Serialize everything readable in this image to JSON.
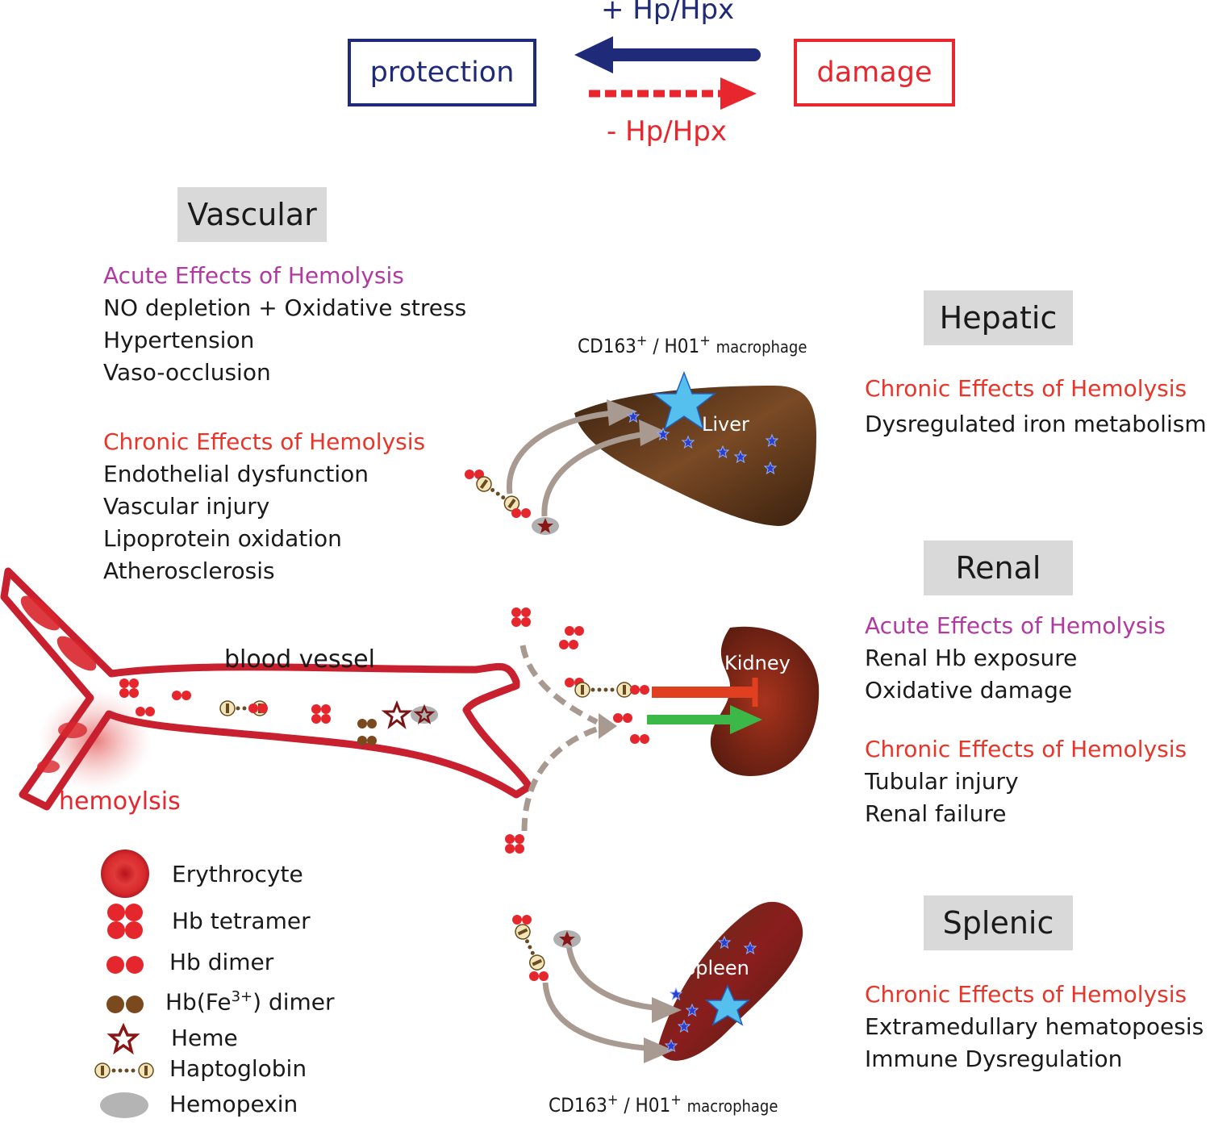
{
  "top": {
    "plus_label": "+ Hp/Hpx",
    "minus_label": "- Hp/Hpx",
    "protection": "protection",
    "damage": "damage"
  },
  "vascular": {
    "title": "Vascular",
    "acute_header": "Acute Effects of Hemolysis",
    "acute_items": [
      "NO depletion + Oxidative stress",
      "Hypertension",
      "Vaso-occlusion"
    ],
    "chronic_header": "Chronic Effects of Hemolysis",
    "chronic_items": [
      "Endothelial dysfunction",
      "Vascular injury",
      "Lipoprotein oxidation",
      "Atherosclerosis"
    ]
  },
  "hepatic": {
    "title": "Hepatic",
    "chronic_header": "Chronic Effects of Hemolysis",
    "chronic_items": [
      "Dysregulated iron metabolism"
    ]
  },
  "renal": {
    "title": "Renal",
    "acute_header": "Acute Effects of Hemolysis",
    "acute_items": [
      "Renal Hb exposure",
      "Oxidative damage"
    ],
    "chronic_header": "Chronic Effects of Hemolysis",
    "chronic_items": [
      "Tubular injury",
      "Renal failure"
    ]
  },
  "splenic": {
    "title": "Splenic",
    "chronic_header": "Chronic Effects of Hemolysis",
    "chronic_items": [
      "Extramedullary hematopoesis",
      "Immune Dysregulation"
    ]
  },
  "macrophage_top": {
    "base1": "CD163",
    "sup1": "+",
    "sep": "/",
    "base2": "H01",
    "sup2": "+",
    "suffix": "macrophage"
  },
  "macrophage_bottom": {
    "base1": "CD163",
    "sup1": "+",
    "sep": "/",
    "base2": "H01",
    "sup2": "+",
    "suffix": "macrophage"
  },
  "organs": {
    "liver": "Liver",
    "kidney": "Kidney",
    "spleen": "Spleen"
  },
  "vessel": {
    "label": "blood vessel",
    "hemolysis": "hemoylsis"
  },
  "legend": {
    "erythrocyte": "Erythrocyte",
    "hb_tetramer": "Hb tetramer",
    "hb_dimer": "Hb dimer",
    "hb_fe3_pre": "Hb(Fe",
    "hb_fe3_sup": "3+",
    "hb_fe3_post": ") dimer",
    "heme": "Heme",
    "haptoglobin": "Haptoglobin",
    "hemopexin": "Hemopexin"
  },
  "colors": {
    "navy": "#1f2a78",
    "red": "#e8262d",
    "section_gray": "#d9d9d9",
    "acute": "#b03aa0",
    "chronic": "#e8352a",
    "organ_brown": "#4a2a14",
    "vessel_red": "#c8202e"
  }
}
